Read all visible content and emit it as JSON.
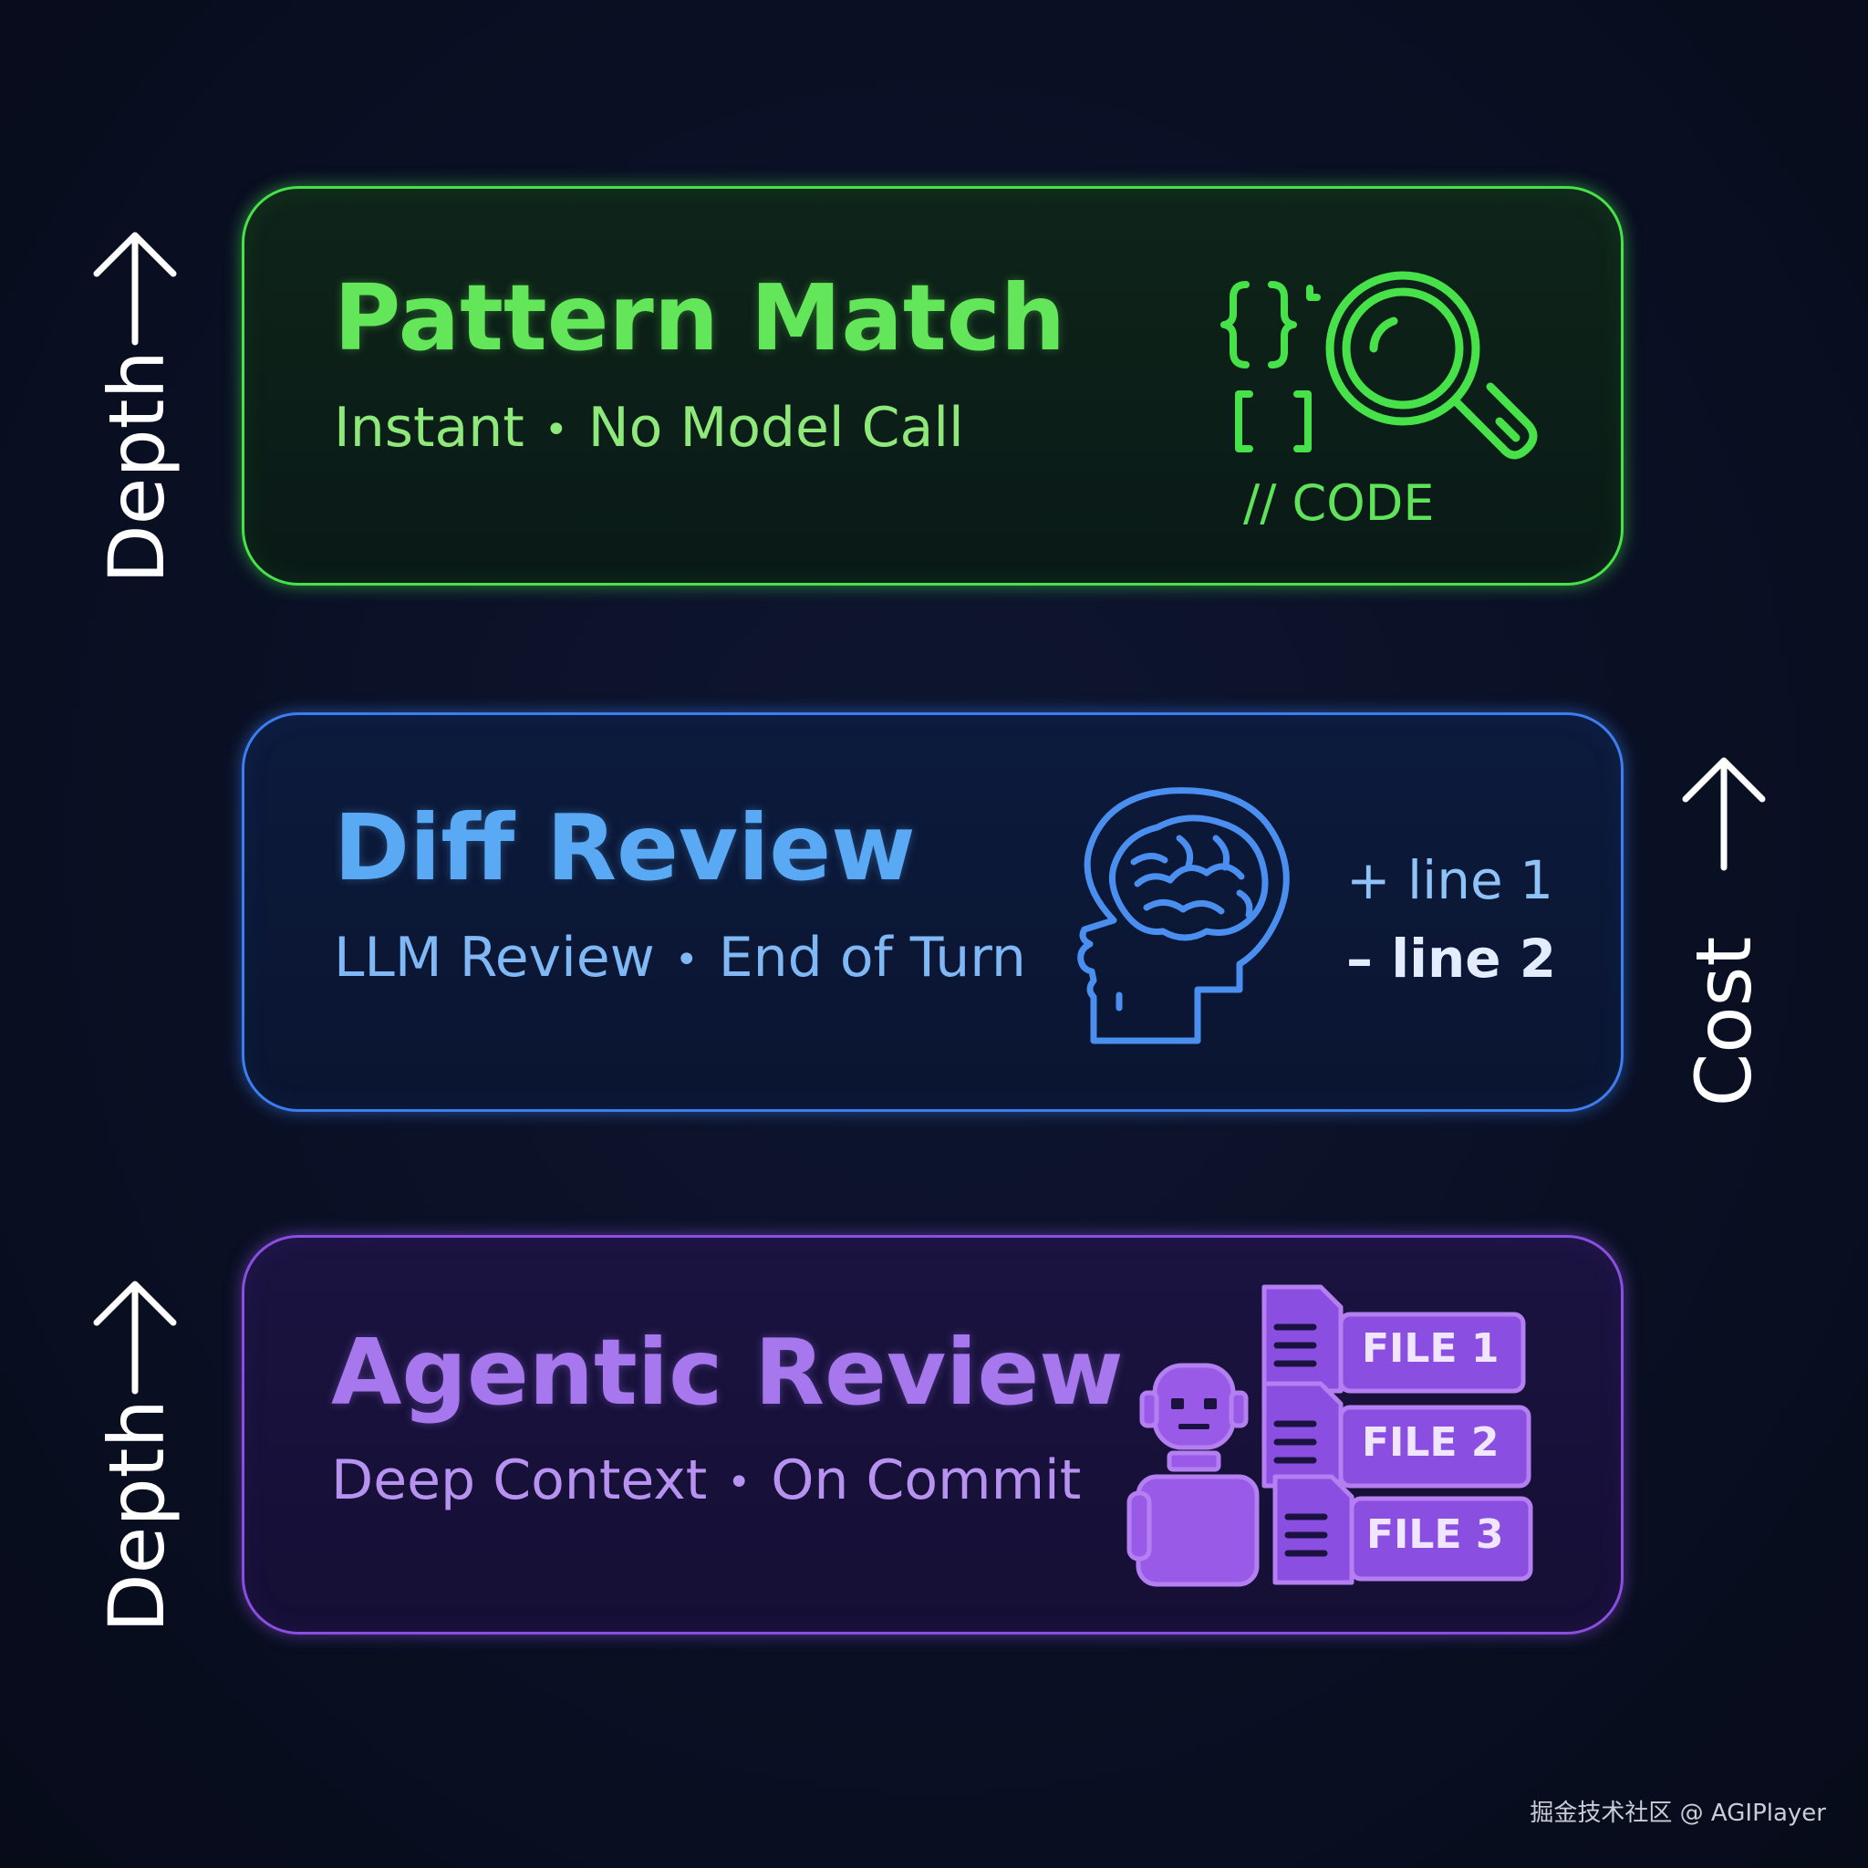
{
  "axes": {
    "depth_top": "Depth",
    "depth_bottom": "Depth",
    "cost": "Cost"
  },
  "cards": {
    "pattern": {
      "title": "Pattern Match",
      "sub_a": "Instant",
      "sep": "•",
      "sub_b": "No Model Call",
      "code_label": "// CODE",
      "color": "#47e14a"
    },
    "diff": {
      "title": "Diff Review",
      "sub_a": "LLM Review",
      "sep": "•",
      "sub_b": "End of Turn",
      "added_line": "+ line 1",
      "removed_line": "– line 2",
      "color": "#3c7ef0"
    },
    "agentic": {
      "title": "Agentic Review",
      "sub_a": "Deep Context",
      "sep": "•",
      "sub_b": "On Commit",
      "files": [
        "FILE 1",
        "FILE 2",
        "FILE 3"
      ],
      "color": "#8a4fe0"
    }
  },
  "watermark": "掘金技术社区 @ AGIPlayer"
}
